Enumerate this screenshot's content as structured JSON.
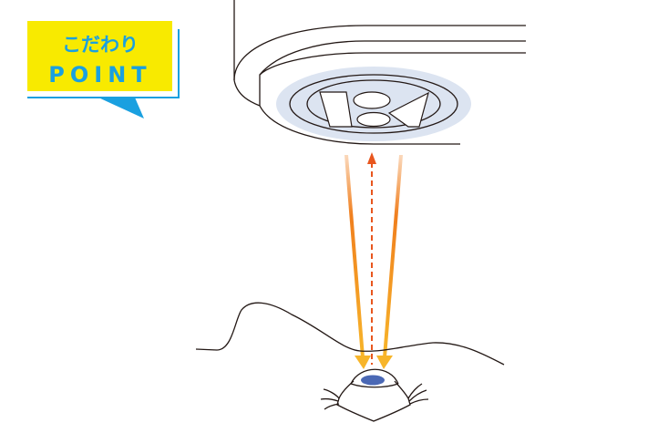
{
  "badge": {
    "line1": "こだわり",
    "line2": "POINT",
    "background_color": "#f8ea00",
    "text_color": "#1aa0e0"
  },
  "illustration": {
    "subject": "ceiling-light-and-eye",
    "arrow_color_top": "#f07f1e",
    "arrow_color_bottom": "#f7b52a",
    "reflect_arrow_color": "#e8561e",
    "iris_color": "#4a68b5",
    "glow_color": "#dce4f1"
  }
}
